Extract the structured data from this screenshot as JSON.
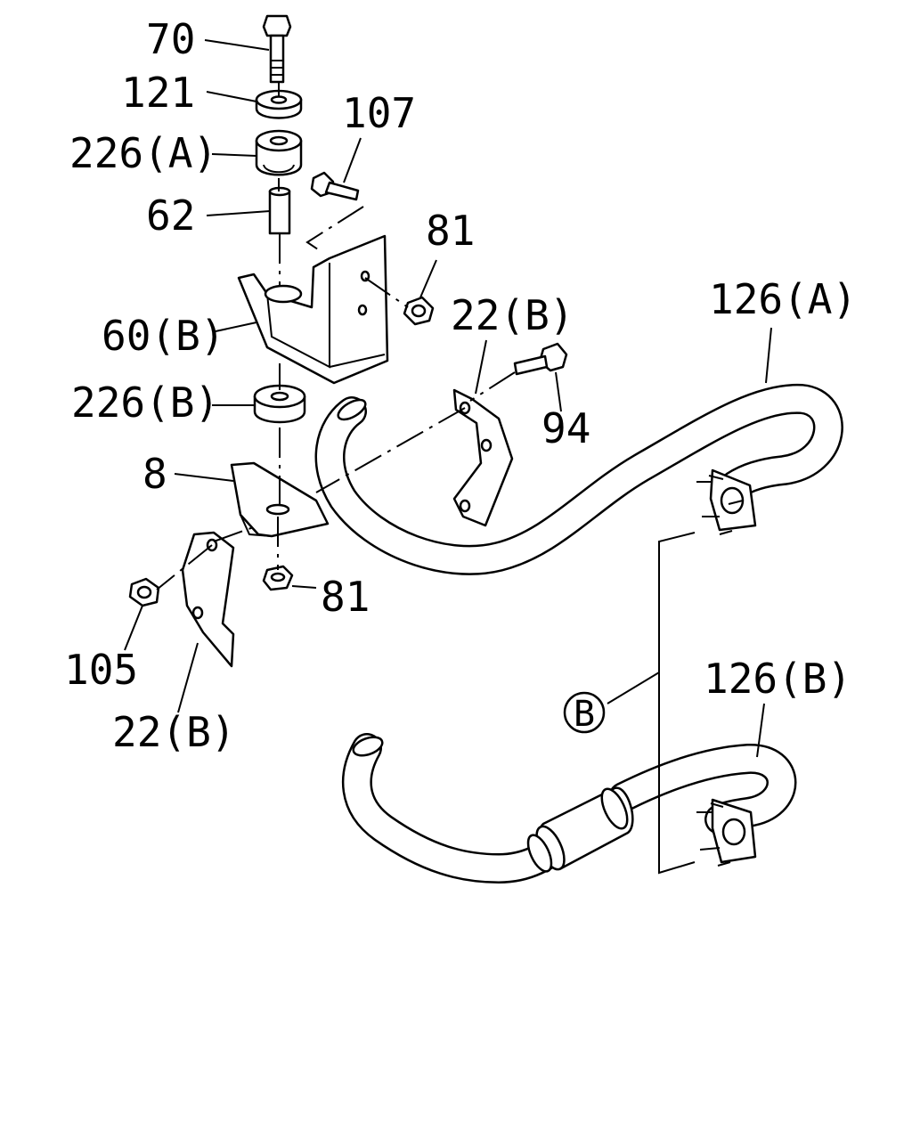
{
  "labels": {
    "p70": "70",
    "p121": "121",
    "p226a": "226(A)",
    "p107": "107",
    "p62": "62",
    "p81_top": "81",
    "p60b": "60(B)",
    "p22b_top": "22(B)",
    "p126a": "126(A)",
    "p94": "94",
    "p226b": "226(B)",
    "p8": "8",
    "p81_bottom": "81",
    "p105": "105",
    "p22b_bottom": "22(B)",
    "p126b": "126(B)",
    "ref_b": "B"
  }
}
